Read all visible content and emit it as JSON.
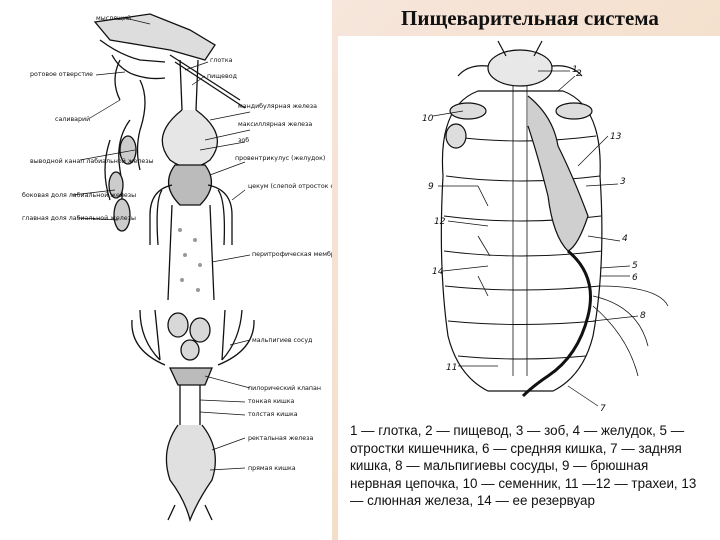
{
  "title": "Пищеварительная система",
  "caption": "1 — глотка, 2 — пищевод, 3 — зоб, 4 — желудок, 5 — отростки кишечника, 6 — средняя кишка, 7 — задняя кишка, 8 — мальпигиевы сосуды, 9 — брюшная нервная цепочка, 10 — семенник, 11 —12 — трахеи, 13 — слюнная железа, 14 — ее резервуар",
  "left_labels": {
    "l01": "мыслящий",
    "l02": "глотка",
    "l03": "ротовое отверстие",
    "l04": "пищевод",
    "l05": "саливарий",
    "l06": "мандибулярная железа",
    "l07": "максиллярная железа",
    "l08": "зоб",
    "l09": "выводной канал лабиальной железы",
    "l10": "провентрикулус (желудок)",
    "l11": "боковая доля лабиальной железы",
    "l12": "цекум (слепой отросток средней кишки)",
    "l13": "главная доля лабиальной железы",
    "l14": "перитрофическая мембрана",
    "l15": "мальпигиев сосуд",
    "l16": "пилорический клапан",
    "l17": "тонкая кишка",
    "l18": "толстая кишка",
    "l19": "ректальная железа",
    "l20": "прямая кишка"
  },
  "right_numbers": [
    "1",
    "2",
    "3",
    "4",
    "5",
    "6",
    "7",
    "8",
    "9",
    "10",
    "11",
    "12",
    "13",
    "14"
  ]
}
